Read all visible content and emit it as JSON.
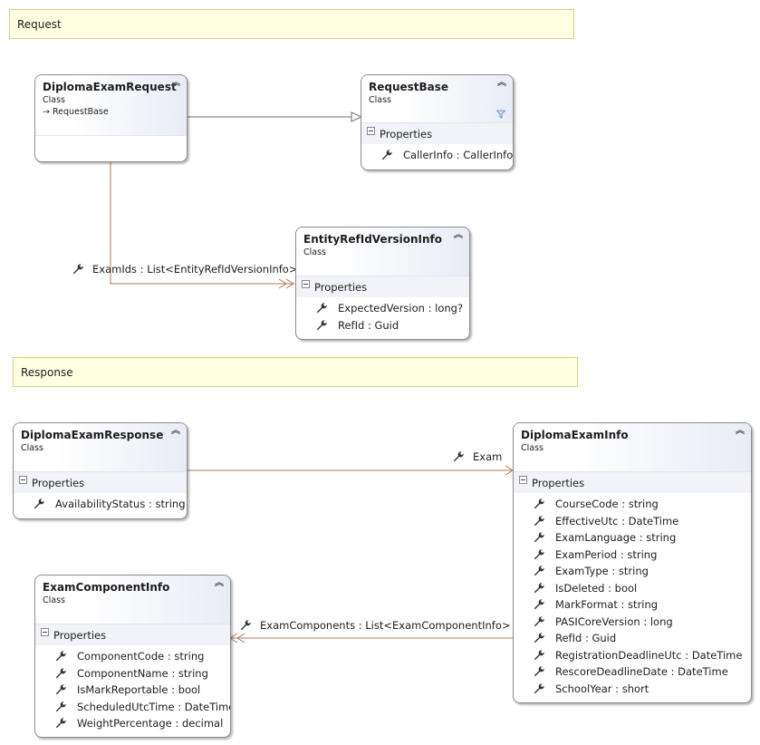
{
  "notes": {
    "request": "Request",
    "response": "Response"
  },
  "classes": {
    "diploma_exam_request": {
      "name": "DiplomaExamRequest",
      "kind": "Class",
      "base": "→ RequestBase"
    },
    "request_base": {
      "name": "RequestBase",
      "kind": "Class",
      "section": "Properties",
      "properties": [
        "CallerInfo : CallerInfo"
      ]
    },
    "entity_ref": {
      "name": "EntityRefIdVersionInfo",
      "kind": "Class",
      "section": "Properties",
      "properties": [
        "ExpectedVersion : long?",
        "RefId : Guid"
      ]
    },
    "diploma_exam_response": {
      "name": "DiplomaExamResponse",
      "kind": "Class",
      "section": "Properties",
      "properties": [
        "AvailabilityStatus : string"
      ]
    },
    "diploma_exam_info": {
      "name": "DiplomaExamInfo",
      "kind": "Class",
      "section": "Properties",
      "properties": [
        "CourseCode : string",
        "EffectiveUtc : DateTime",
        "ExamLanguage : string",
        "ExamPeriod : string",
        "ExamType : string",
        "IsDeleted : bool",
        "MarkFormat : string",
        "PASICoreVersion : long",
        "RefId : Guid",
        "RegistrationDeadlineUtc : DateTime",
        "RescoreDeadlineDate : DateTime",
        "SchoolYear : short"
      ]
    },
    "exam_component_info": {
      "name": "ExamComponentInfo",
      "kind": "Class",
      "section": "Properties",
      "properties": [
        "ComponentCode : string",
        "ComponentName : string",
        "IsMarkReportable : bool",
        "ScheduledUtcTime : DateTime",
        "WeightPercentage : decimal"
      ]
    }
  },
  "associations": {
    "exam_ids": "ExamIds : List<EntityRefIdVersionInfo>",
    "exam": "Exam",
    "exam_components": "ExamComponents : List<ExamComponentInfo>"
  },
  "colors": {
    "association_line": "#b07a5a",
    "inheritance_line": "#707070",
    "note_fill": "#ffffe1"
  }
}
